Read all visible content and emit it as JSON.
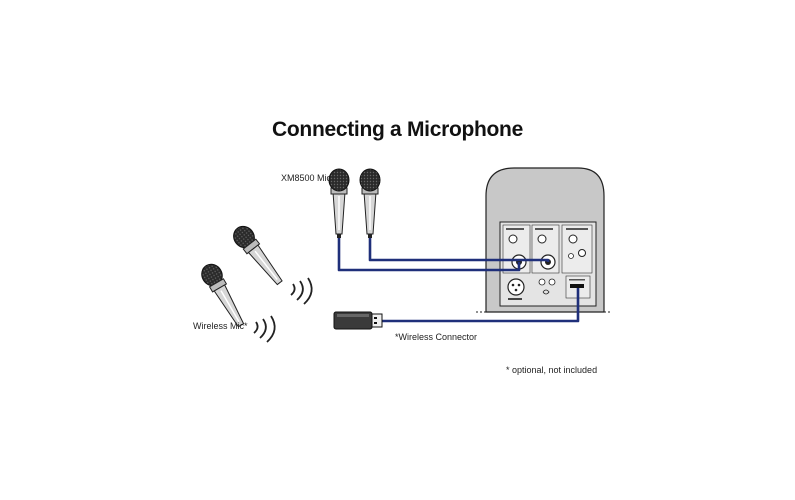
{
  "title": "Connecting a Microphone",
  "labels": {
    "xm8500": "XM8500 Mic",
    "wireless_mic": "Wireless Mic*",
    "wireless_connector": "*Wireless Connector",
    "footnote": "* optional, not included"
  },
  "colors": {
    "cable": "#1f2f7a",
    "outline": "#222222",
    "mic_body": "#d6d6d6",
    "panel": "#d9d9d9",
    "speaker": "#c8c8c8"
  }
}
